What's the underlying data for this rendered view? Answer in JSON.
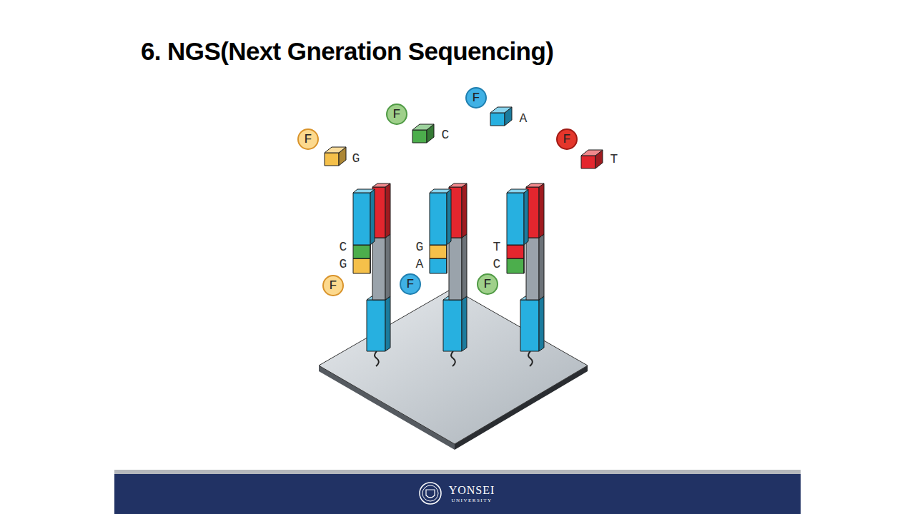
{
  "diagram": {
    "title": "6. NGS(Next Gneration Sequencing)",
    "nodes": [
      {
        "text": [
          "F"
        ]
      },
      {
        "text": [
          "F"
        ]
      },
      {
        "text": [
          "F"
        ]
      },
      {
        "text": [
          "F"
        ]
      },
      {
        "text": [
          "F"
        ]
      },
      {
        "text": [
          "F"
        ]
      },
      {
        "text": [
          "F"
        ]
      }
    ],
    "labels": [
      "A",
      "C",
      "G",
      "T",
      "C",
      "G",
      "G",
      "A",
      "T",
      "C",
      "YONSEI",
      "UNIVERSITY"
    ]
  }
}
